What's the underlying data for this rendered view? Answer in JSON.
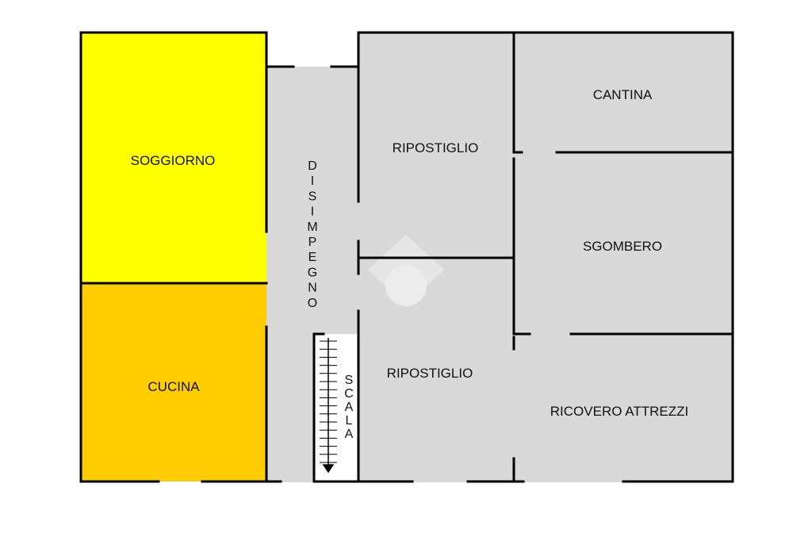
{
  "colors": {
    "soggiorno_fill": "#ffff00",
    "cucina_fill": "#ffcc00",
    "room_fill": "#d9d9d9",
    "wall": "#000000",
    "watermark": "#f2f2f2"
  },
  "rooms": {
    "soggiorno": "SOGGIORNO",
    "cucina": "CUCINA",
    "disimpegno": "DISIMPEGNO",
    "scala": "SCALA",
    "ripostiglio_1": "RIPOSTIGLIO",
    "ripostiglio_2": "RIPOSTIGLIO",
    "cantina": "CANTINA",
    "sgombero": "SGOMBERO",
    "ricovero_attrezzi": "RICOVERO ATTREZZI"
  },
  "icons": {
    "stair": "stair-arrow-icon",
    "watermark": "watermark-logo-icon"
  }
}
